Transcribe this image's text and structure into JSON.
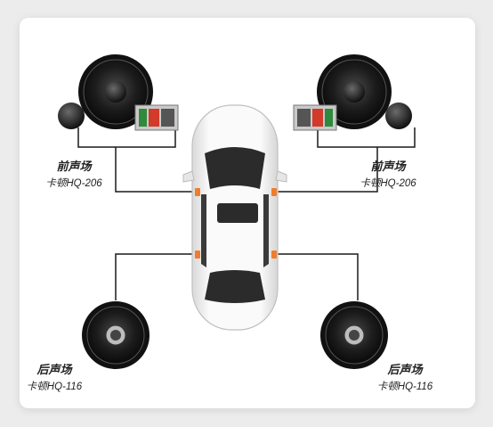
{
  "zones": {
    "front_left": {
      "title": "前声场",
      "model": "卡顿HQ-206"
    },
    "front_right": {
      "title": "前声场",
      "model": "卡顿HQ-206"
    },
    "rear_left": {
      "title": "后声场",
      "model": "卡顿HQ-116"
    },
    "rear_right": {
      "title": "后声场",
      "model": "卡顿HQ-116"
    }
  },
  "colors": {
    "wire": "#1a1a1a",
    "connector": "#ef7d2b",
    "car_body": "#f4f4f4",
    "glass": "#2b2b2b"
  }
}
